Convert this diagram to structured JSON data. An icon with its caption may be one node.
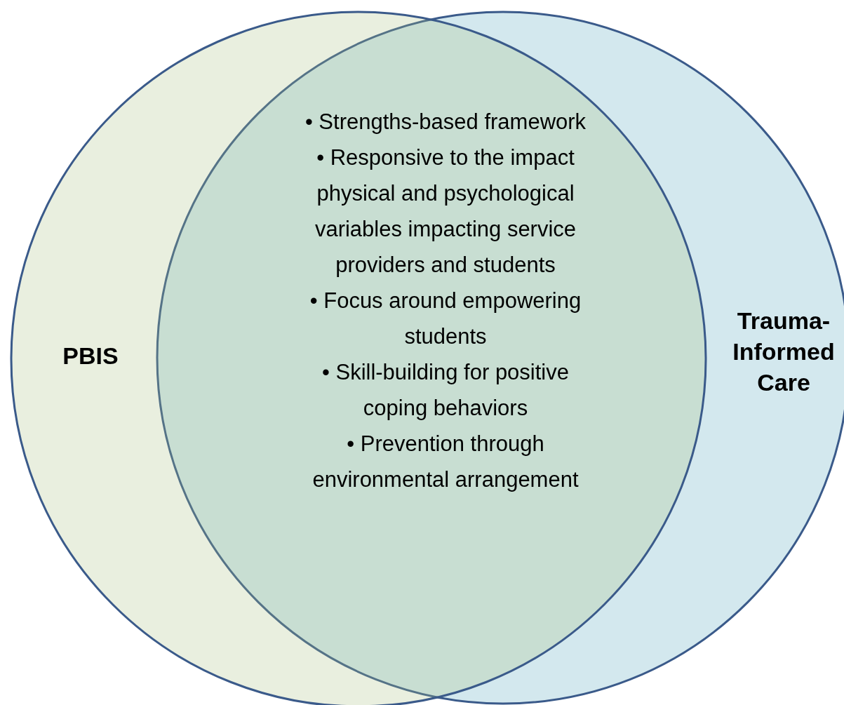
{
  "diagram": {
    "nodes": [
      {
        "text": [
          "PBIS"
        ]
      },
      {
        "text": [
          "Trauma- Informed Care"
        ]
      }
    ],
    "labels": [
      "• Strengths-based framework",
      "• Responsive to the impact physical and psychological variables impacting service providers and students",
      "• Focus around empowering students",
      "• Skill-building for positive coping behaviors",
      "• Prevention through environmental arrangement"
    ]
  }
}
